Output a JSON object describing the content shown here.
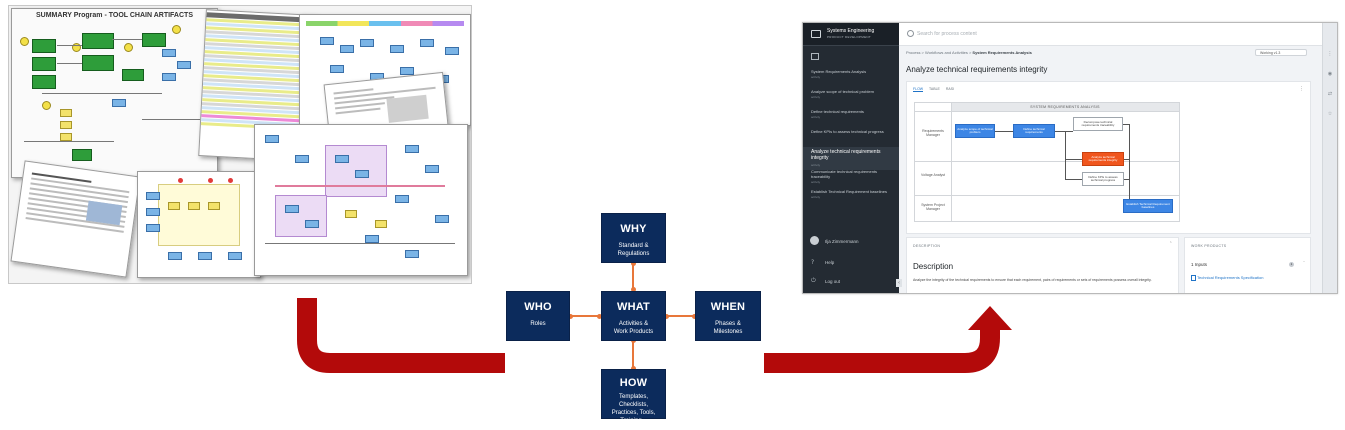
{
  "collage": {
    "title": "SUMMARY Program - TOOL CHAIN ARTIFACTS"
  },
  "framework": {
    "why": {
      "head": "WHY",
      "sub": "Standard &\nRegulations"
    },
    "who": {
      "head": "WHO",
      "sub": "Roles"
    },
    "what": {
      "head": "WHAT",
      "sub": "Activities &\nWork Products"
    },
    "when": {
      "head": "WHEN",
      "sub": "Phases &\nMilestones"
    },
    "how": {
      "head": "HOW",
      "sub": "Templates, Checklists,\nPractices, Tools,\nTraining..."
    },
    "connector_color": "#e8773a",
    "box_color": "#0c2b5c",
    "arrow_color": "#b30a0a"
  },
  "app": {
    "sidebar": {
      "title": "Systems Engineering",
      "subtitle": "PRODUCT DEVELOPMENT",
      "items": [
        {
          "label": "System Requirements Analysis",
          "meta": "activity",
          "active": false
        },
        {
          "label": "Analyze scope of technical problem",
          "meta": "activity",
          "active": false
        },
        {
          "label": "Define technical requirements",
          "meta": "activity",
          "active": false
        },
        {
          "label": "Define KPIs to assess technical progress",
          "meta": "",
          "active": false
        },
        {
          "label": "Analyze technical requirements integrity",
          "meta": "activity",
          "active": true
        },
        {
          "label": "Communicate technical requirements traceability",
          "meta": "activity",
          "active": false
        },
        {
          "label": "Establish Technical Requirement baselines",
          "meta": "activity",
          "active": false
        }
      ],
      "user": "Ilja Zimmermann",
      "help": "Help",
      "logout": "Log out"
    },
    "search": {
      "placeholder": "Search for process content"
    },
    "breadcrumb": {
      "prefix": "Process > Workflows and Activities > ",
      "current": "System Requirements Analysis"
    },
    "version": "Working v1.3",
    "page_title": "Analyze technical requirements integrity",
    "tabs": [
      "FLOW",
      "TABLE",
      "RASI"
    ],
    "swimlane": {
      "header": "SYSTEM REQUIREMENTS ANALYSIS",
      "lanes": [
        "Requirements Manager",
        "Voltage Analyst",
        "System Project Manager"
      ],
      "activities": [
        "Analyze scope of technical problem",
        "Define technical requirements",
        "Decompose technical requirements traceability",
        "Analyze technical requirements integrity",
        "Define KPIs to assess technical progress",
        "Establish Technical Requirement baselines"
      ]
    },
    "description": {
      "label": "DESCRIPTION",
      "heading": "Description",
      "text": "Analyze the integrity of the technical requirements to ensure that each requirement, pairs of requirements or sets of requirements possess overall integrity."
    },
    "work_products": {
      "label": "WORK PRODUCTS",
      "inputs_label": "1 Inputs",
      "count": "1",
      "item": "Technical Requirements Specification"
    }
  }
}
